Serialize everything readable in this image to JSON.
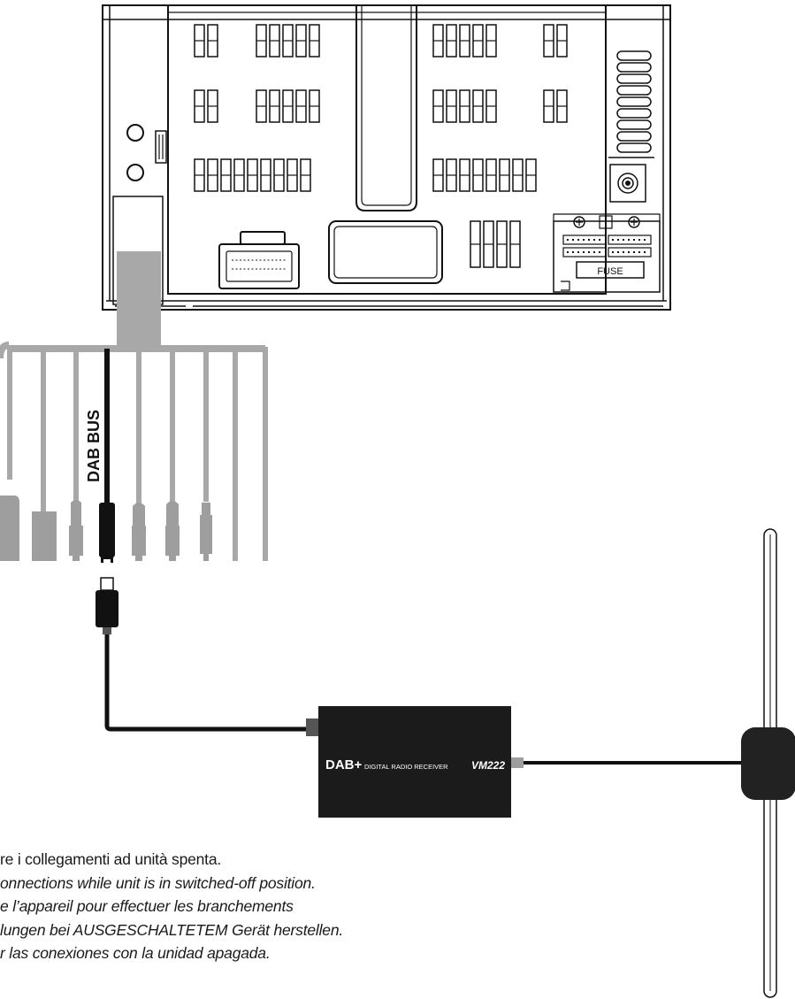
{
  "labels": {
    "dab_bus": "DAB BUS",
    "fuse": "FUSE",
    "receiver_brand": "DAB+",
    "receiver_desc": "DIGITAL RADIO RECEIVER",
    "receiver_model": "VM222"
  },
  "notes": [
    "re i collegamenti ad unità spenta.",
    "onnections while unit is in switched-off position.",
    "e l’appareil pour effectuer les branchements",
    "lungen bei AUSGESCHALTETEM  Gerät herstellen.",
    "r las conexiones con la unidad apagada."
  ],
  "colors": {
    "line": "#111111",
    "grey_wire": "#a8a8a8",
    "connector_grey": "#9e9e9e",
    "receiver_body": "#1b1b1b",
    "antenna_pad": "#222222"
  }
}
